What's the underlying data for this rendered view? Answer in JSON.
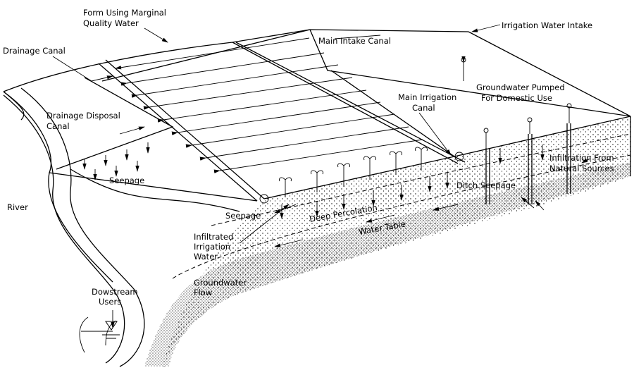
{
  "diagram": {
    "labels": {
      "farm": [
        "Form Using Marginal",
        "Quality Water"
      ],
      "main_intake_canal": "Main Intake Canal",
      "irrigation_water_intake": "Irrigation Water Intake",
      "drainage_canal": "Drainage Canal",
      "groundwater_pumped": [
        "Groundwater Pumped",
        "For Domestic Use"
      ],
      "main_irrigation_canal": [
        "Main Irrigation",
        "Canal"
      ],
      "drainage_disposal_canal": [
        "Drainage Disposal",
        "Canal"
      ],
      "infiltration_natural": [
        "Infiltration From",
        "Natural Sources"
      ],
      "seepage_field": "Seepage",
      "ditch_seepage": "Ditch Seepage",
      "river": "River",
      "seepage_canal": "Seepage",
      "deep_percolation": "Deep Percolation",
      "water_table": "Water Table",
      "infiltrated_irrigation": [
        "Infiltrated",
        "Irrigation",
        "Water"
      ],
      "groundwater_flow": [
        "Groundwater",
        "Flow"
      ],
      "downstream_users": [
        "Dowstream",
        "Users"
      ]
    },
    "colors": {
      "ink": "#000000",
      "paper": "#ffffff"
    }
  }
}
